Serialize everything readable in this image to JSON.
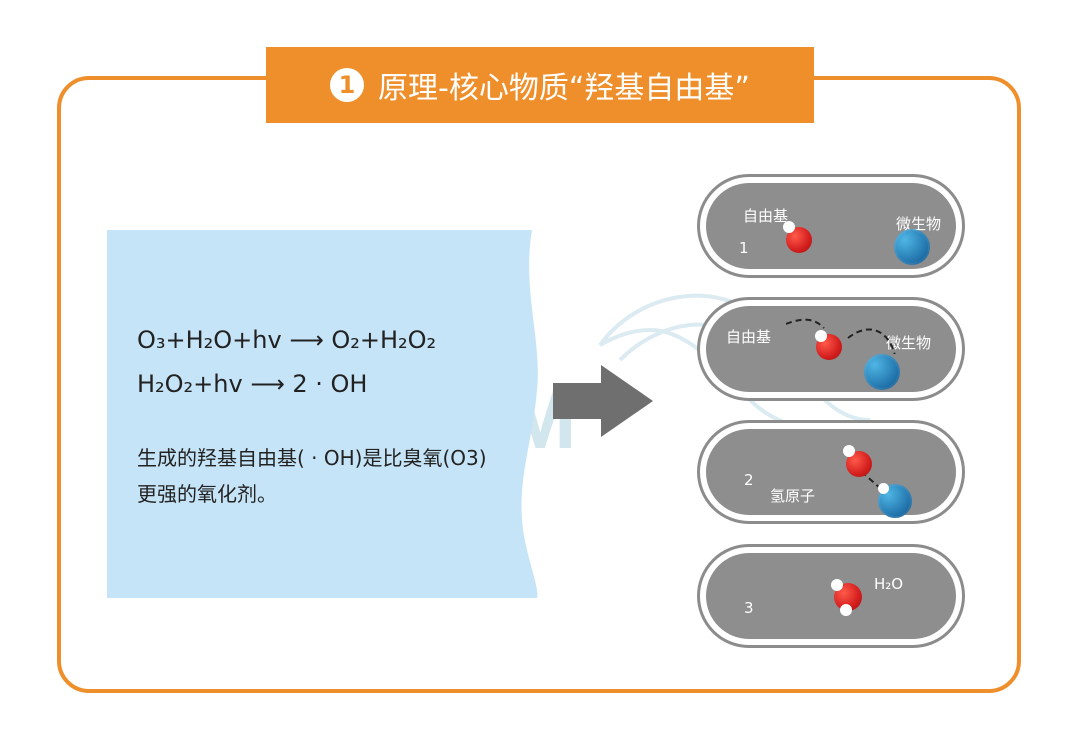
{
  "title": {
    "number": "1",
    "text": "原理-核心物质“羟基自由基”"
  },
  "equations": {
    "eq1": "O₃+H₂O+hv ⟶ O₂+H₂O₂",
    "eq2": "H₂O₂+hv ⟶ 2 · OH"
  },
  "description": "生成的羟基自由基( · OH)是比臭氧(O3)更强的氧化剂。",
  "watermark": "LASWIM",
  "steps": [
    {
      "number": "1",
      "radical_label": "自由基",
      "microbe_label": "微生物"
    },
    {
      "radical_label": "自由基",
      "microbe_label": "微生物"
    },
    {
      "number": "2",
      "hydrogen_label": "氢原子"
    },
    {
      "number": "3",
      "water_label": "H₂O"
    }
  ],
  "colors": {
    "accent": "#ef8f2b",
    "panel": "#c6e4f7",
    "capsule": "#8e8e8e",
    "arrow": "#6f6f6f"
  }
}
